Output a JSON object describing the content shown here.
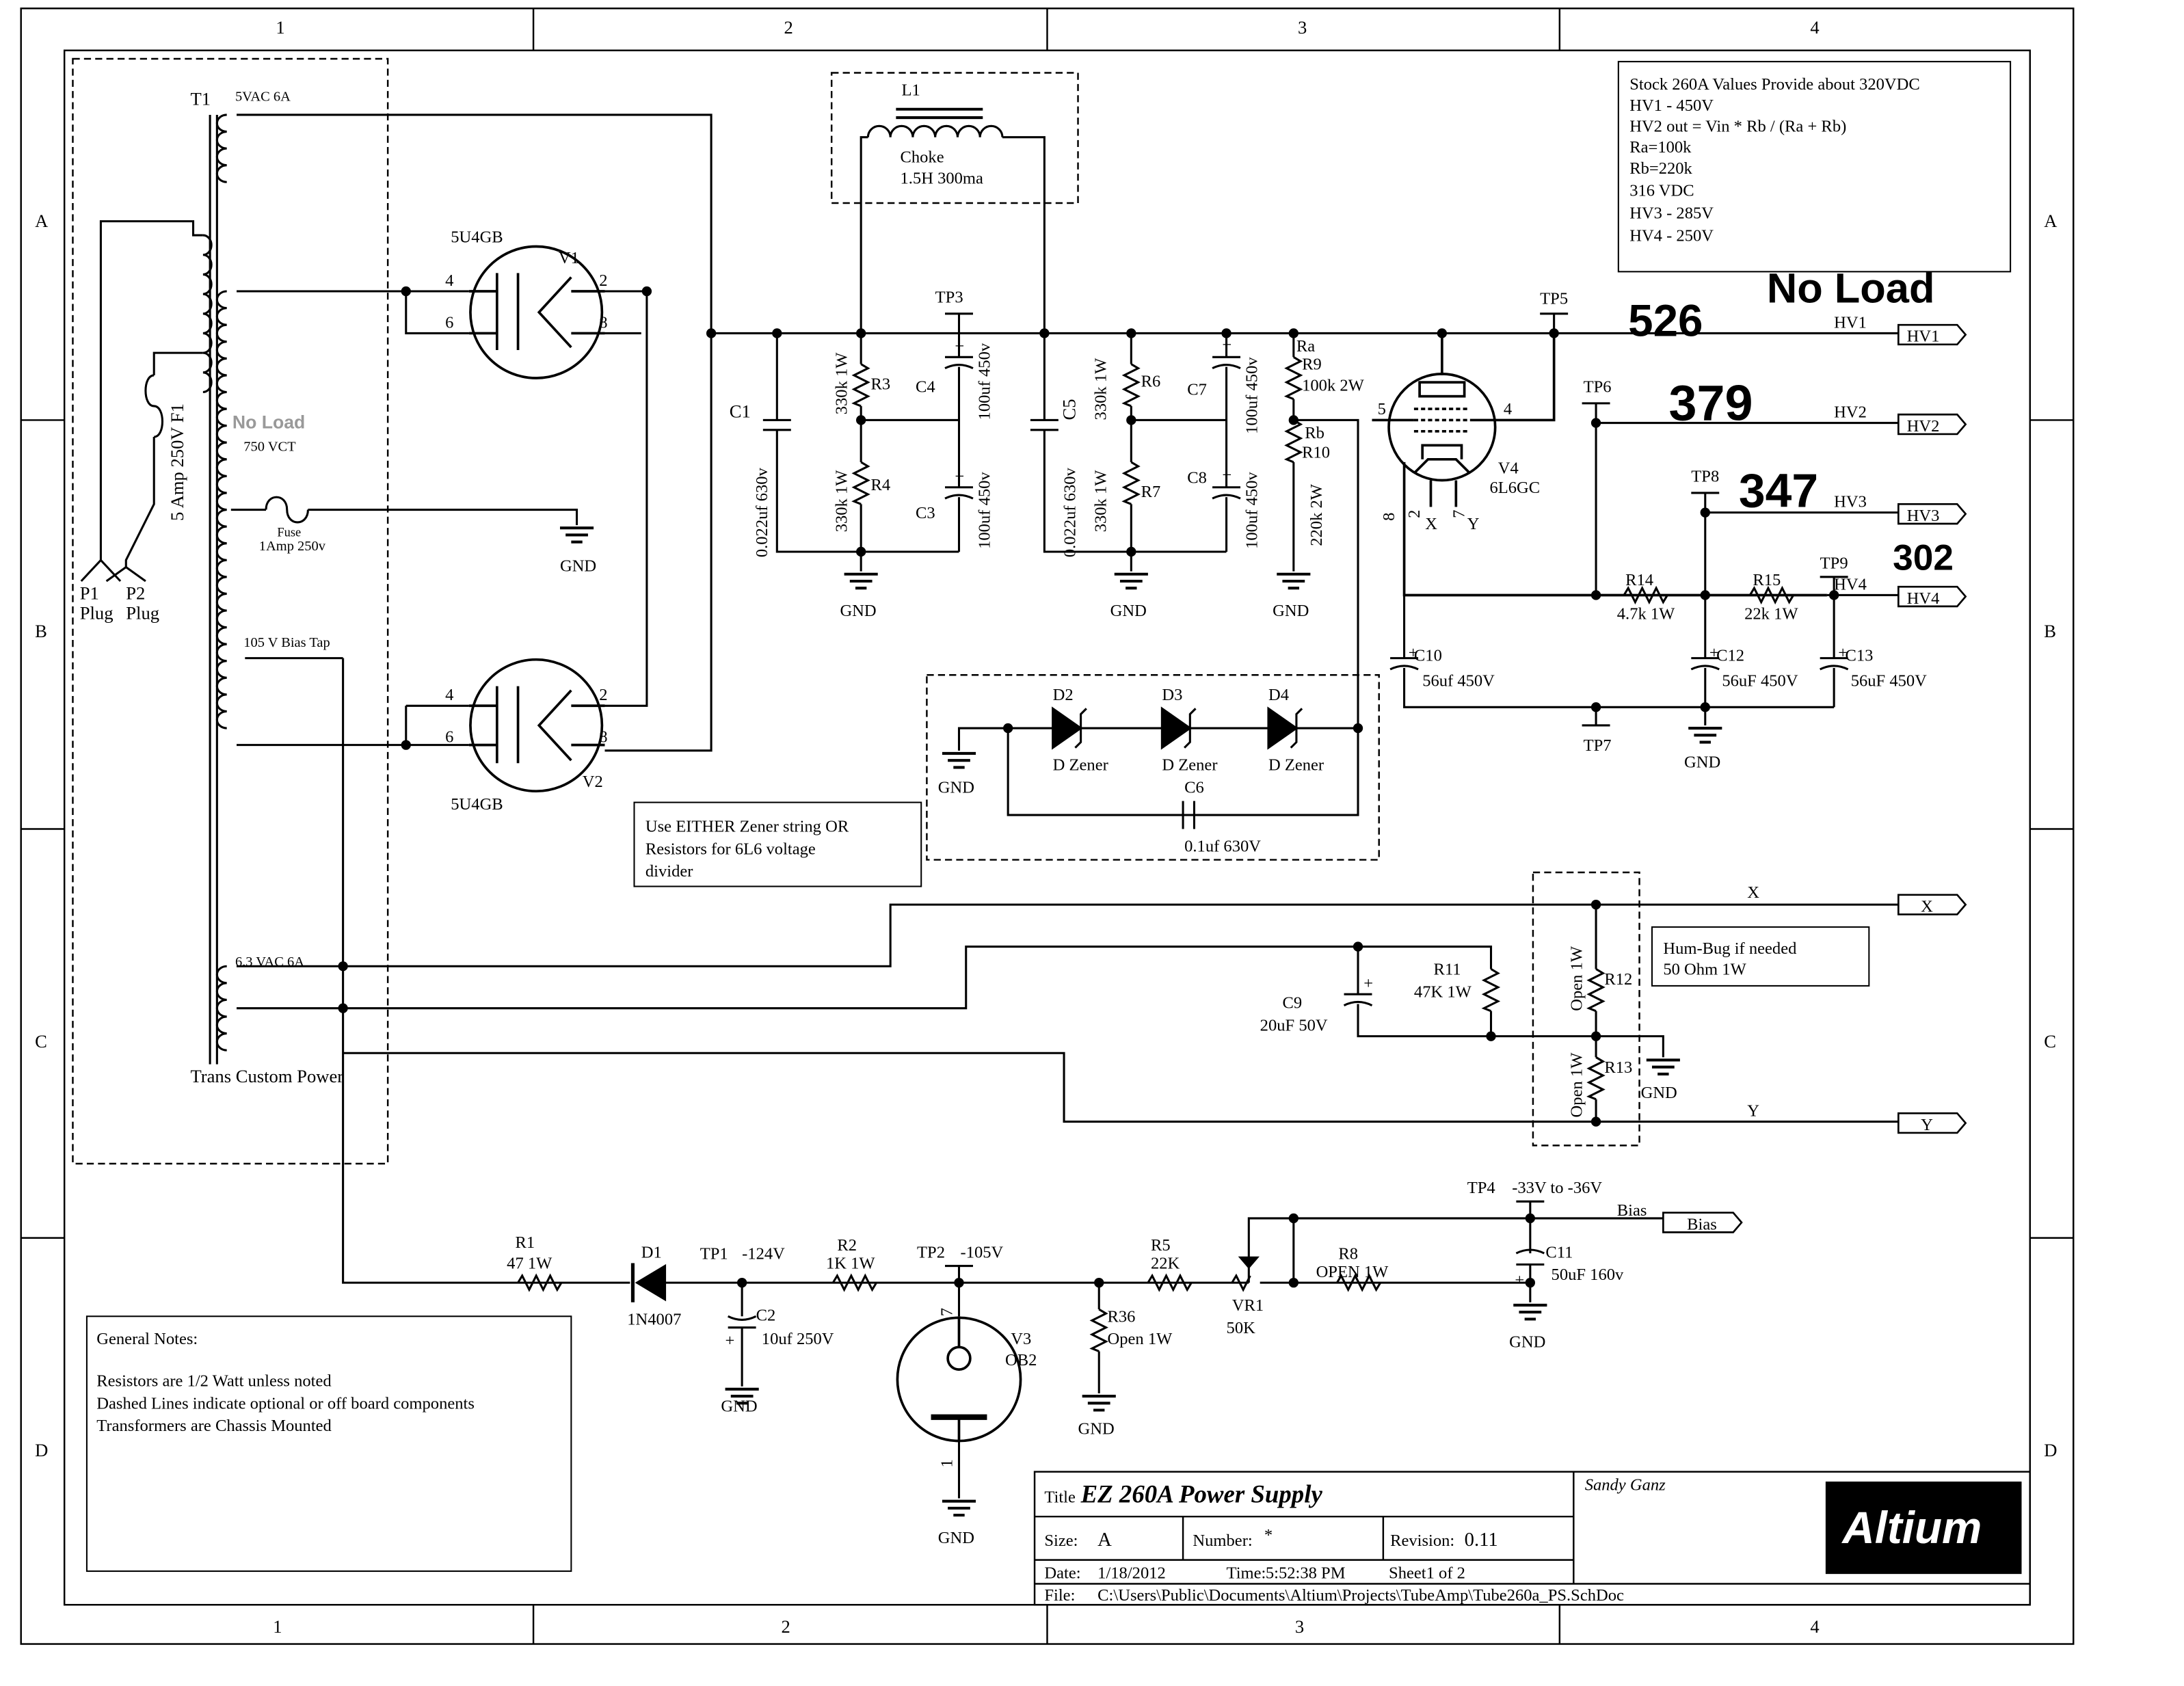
{
  "frame": {
    "columns": [
      "1",
      "2",
      "3",
      "4"
    ],
    "rows": [
      "A",
      "B",
      "C",
      "D"
    ]
  },
  "notes": {
    "stock": [
      "Stock 260A Values Provide about 320VDC",
      "HV1 - 450V",
      "HV2 out = Vin * Rb / (Ra + Rb)",
      "Ra=100k",
      "Rb=220k",
      "316 VDC",
      "HV3 - 285V",
      "HV4 - 250V"
    ],
    "zener": [
      "Use EITHER Zener string OR",
      "Resistors for 6L6 voltage",
      "divider"
    ],
    "humbug": [
      "Hum-Bug if needed",
      "50 Ohm 1W"
    ],
    "general": [
      "General Notes:",
      "Resistors are 1/2 Watt unless noted",
      "Dashed Lines indicate optional or off board components",
      "Transformers are Chassis Mounted"
    ]
  },
  "handwritten": {
    "no_load": "No Load",
    "hv1": "526",
    "hv2": "379",
    "hv3": "347",
    "hv4": "302",
    "no_load_small": "No Load"
  },
  "ports": {
    "hv1": "HV1",
    "hv2": "HV2",
    "hv3": "HV3",
    "hv4": "HV4",
    "x": "X",
    "y": "Y",
    "bias": "Bias"
  },
  "transformer": {
    "ref": "T1",
    "sec_5v": "5VAC 6A",
    "sec_hv": "750 VCT",
    "bias_tap": "105 V Bias Tap",
    "sec_6v": "6.3 VAC 6A",
    "name": "Trans Custom Power",
    "fuse_main": "5 Amp 250V F1",
    "fuse_sec": "Fuse",
    "fuse_sec_rating": "1Amp 250v",
    "p1": "P1",
    "p2": "P2",
    "plug1": "Plug",
    "plug2": "Plug"
  },
  "rectifiers": {
    "v1_ref": "V1",
    "v1_type": "5U4GB",
    "v2_ref": "V2",
    "v2_type": "5U4GB",
    "pin_2": "2",
    "pin_4": "4",
    "pin_6": "6",
    "pin_8": "8"
  },
  "choke": {
    "ref": "L1",
    "name": "Choke",
    "value": "1.5H 300ma"
  },
  "caps": {
    "c1": "C1",
    "c1_val": "0.022uf 630v",
    "c3": "C3",
    "c3_val": "100uf 450v",
    "c4": "C4",
    "c4_val": "100uf 450v",
    "c5": "C5",
    "c5_val": "0.022uf 630v",
    "c7": "C7",
    "c7_val": "100uf 450v",
    "c8": "C8",
    "c8_val": "100uf 450v",
    "c10": "C10",
    "c10_val": "56uf 450V",
    "c12": "C12",
    "c12_val": "56uF 450V",
    "c13": "C13",
    "c13_val": "56uF 450V",
    "c6": "C6",
    "c6_val": "0.1uf 630V",
    "c9": "C9",
    "c9_val": "20uF 50V",
    "c2": "C2",
    "c2_val": "10uf 250V",
    "c11": "C11",
    "c11_val": "50uF 160v"
  },
  "resistors": {
    "r3": "R3",
    "r3_val": "330k 1W",
    "r4": "R4",
    "r4_val": "330k 1W",
    "r6": "R6",
    "r6_val": "330k 1W",
    "r7": "R7",
    "r7_val": "330k 1W",
    "ra": "Ra",
    "r9": "R9",
    "r9_val": "100k 2W",
    "rb": "Rb",
    "r10": "R10",
    "r10_val": "220k 2W",
    "r14": "R14",
    "r14_val": "4.7k 1W",
    "r15": "R15",
    "r15_val": "22k 1W",
    "r11": "R11",
    "r11_val": "47K 1W",
    "r12": "R12",
    "r12_val": "Open 1W",
    "r13": "R13",
    "r13_val": "Open 1W",
    "r1": "R1",
    "r1_val": "47 1W",
    "r2": "R2",
    "r2_val": "1K 1W",
    "r5": "R5",
    "r5_val": "22K",
    "r8": "R8",
    "r8_val": "OPEN 1W",
    "r36": "R36",
    "r36_val": "Open 1W",
    "vr1": "VR1",
    "vr1_val": "50K"
  },
  "test_points": {
    "tp1": "TP1",
    "tp1_v": "-124V",
    "tp2": "TP2",
    "tp2_v": "-105V",
    "tp3": "TP3",
    "tp4": "TP4",
    "tp4_v": "-33V to -36V",
    "tp5": "TP5",
    "tp6": "TP6",
    "tp7": "TP7",
    "tp8": "TP8",
    "tp9": "TP9"
  },
  "tube_v4": {
    "ref": "V4",
    "type": "6L6GC",
    "pin4": "4",
    "pin5": "5",
    "pin8": "8",
    "pin2": "2",
    "pin7": "7",
    "x": "X",
    "y": "Y"
  },
  "zeners": {
    "d2": "D2",
    "d3": "D3",
    "d4": "D4",
    "type": "D Zener"
  },
  "diode_d1": {
    "ref": "D1",
    "type": "1N4007"
  },
  "tube_v3": {
    "ref": "V3",
    "type": "OB2",
    "pin7": "7",
    "pin1": "1"
  },
  "gnd": "GND",
  "title_block": {
    "title_label": "Title",
    "title": "EZ 260A Power Supply",
    "author": "Sandy Ganz",
    "size_label": "Size:",
    "size": "A",
    "number_label": "Number:",
    "number": "*",
    "revision_label": "Revision:",
    "revision": "0.11",
    "date_label": "Date:",
    "date": "1/18/2012",
    "time_label": "Time:",
    "time": "5:52:38 PM",
    "sheet": "Sheet1 of 2",
    "file_label": "File:",
    "file": "C:\\Users\\Public\\Documents\\Altium\\Projects\\TubeAmp\\Tube260a_PS.SchDoc",
    "logo": "Altium"
  }
}
